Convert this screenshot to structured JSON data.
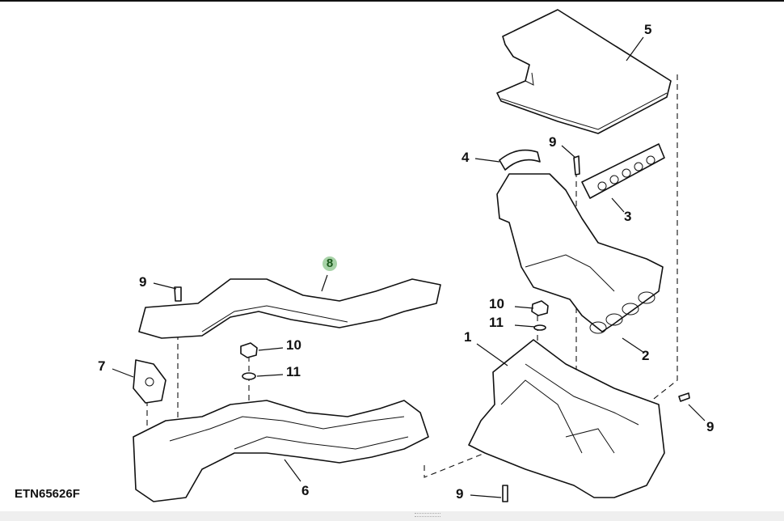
{
  "figure_id": "ETN65626F",
  "callouts": {
    "c5": "5",
    "c9a": "9",
    "c4": "4",
    "c3": "3",
    "c8": "8",
    "c9b": "9",
    "c10a": "10",
    "c11a": "11",
    "c1": "1",
    "c2": "2",
    "c10b": "10",
    "c11b": "11",
    "c7": "7",
    "c9c": "9",
    "c6": "6",
    "c9d": "9"
  },
  "highlight_color": "#a8d3a8"
}
